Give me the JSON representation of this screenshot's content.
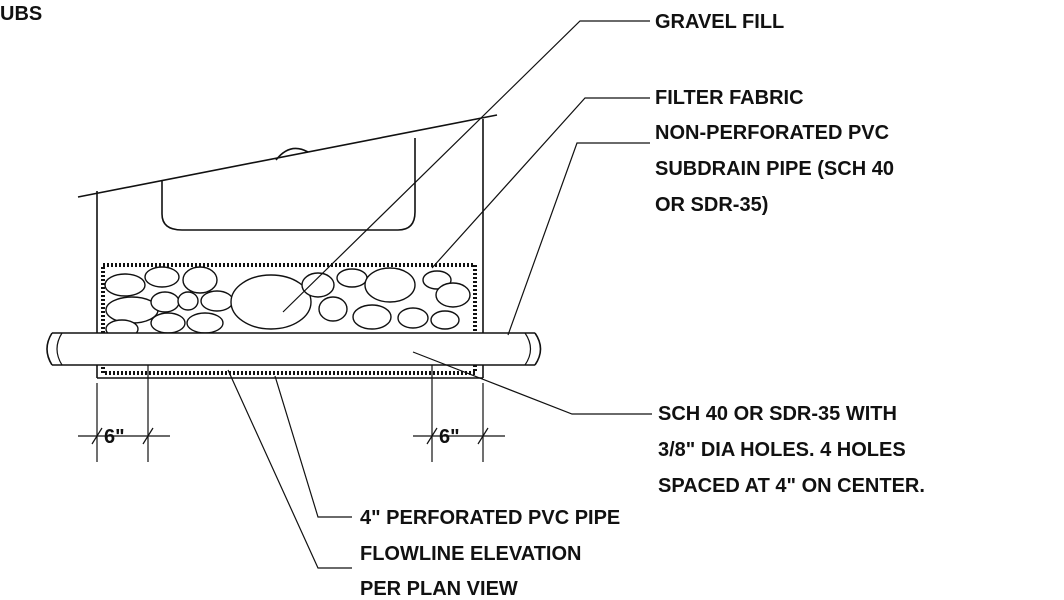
{
  "corner_text": "UBS",
  "labels": {
    "gravel_fill": "GRAVEL FILL",
    "filter_fabric": "FILTER FABRIC",
    "non_perf_line1": "NON-PERFORATED PVC",
    "non_perf_line2": "SUBDRAIN PIPE (SCH 40",
    "non_perf_line3": "OR SDR-35)",
    "sch40_line1": "SCH 40  OR SDR-35 WITH",
    "sch40_line2": "3/8\" DIA HOLES.  4 HOLES",
    "sch40_line3": "SPACED AT 4\" ON CENTER.",
    "perf_pipe": "4\" PERFORATED PVC PIPE",
    "flowline_line1": "FLOWLINE ELEVATION",
    "flowline_line2": "PER PLAN VIEW"
  },
  "dimensions": {
    "left_offset": "6\"",
    "right_offset": "6\""
  },
  "colors": {
    "ink": "#111111",
    "background": "#ffffff"
  }
}
